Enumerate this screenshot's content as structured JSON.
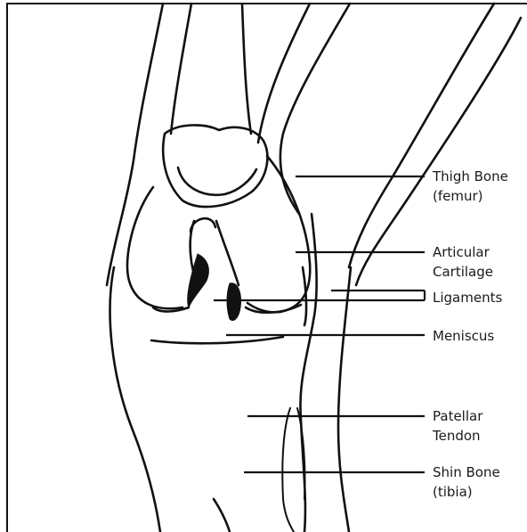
{
  "labels": {
    "thigh_bone": {
      "line1": "Thigh Bone",
      "line2": "(femur)"
    },
    "articular_cartilage": {
      "line1": "Articular",
      "line2": "Cartilage"
    },
    "ligaments": {
      "line1": "Ligaments"
    },
    "meniscus": {
      "line1": "Meniscus"
    },
    "patellar_tendon": {
      "line1": "Patellar",
      "line2": "Tendon"
    },
    "shin_bone": {
      "line1": "Shin Bone",
      "line2": "(tibia)"
    }
  }
}
